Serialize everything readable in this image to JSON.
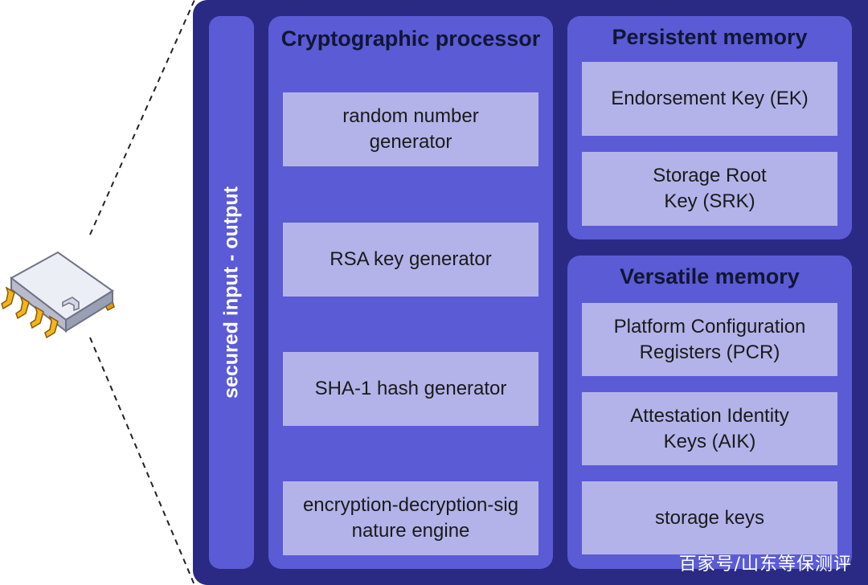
{
  "io_bar": {
    "label": "secured input - output"
  },
  "crypto": {
    "title": "Cryptographic processor",
    "items": [
      "random number generator",
      "RSA key generator",
      "SHA-1 hash generator",
      "encryption-decryption-signature engine"
    ]
  },
  "persistent": {
    "title": "Persistent memory",
    "items": [
      "Endorsement Key (EK)",
      "Storage Root Key (SRK)"
    ]
  },
  "versatile": {
    "title": "Versatile memory",
    "items": [
      "Platform Configuration Registers (PCR)",
      "Attestation Identity Keys (AIK)",
      "storage keys"
    ]
  },
  "watermark": "百家号/山东等保测评",
  "colors": {
    "outer": "#2a2a84",
    "panel": "#5b5bd6",
    "box": "#b3b3ea",
    "chip_body": "#d7d9e6",
    "chip_pins": "#f2b51e"
  },
  "icons": {
    "chip": "microchip-icon"
  }
}
